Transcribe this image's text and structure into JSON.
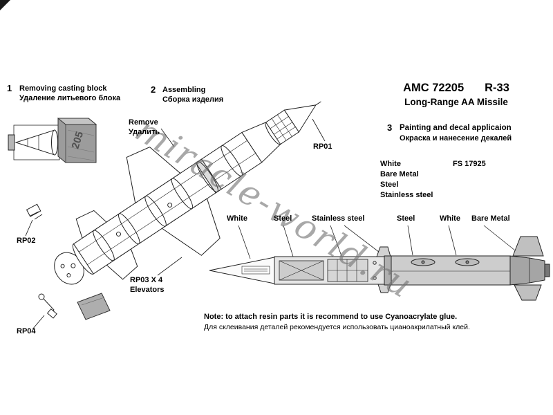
{
  "watermark": "miracle-world.ru",
  "header": {
    "kit_no": "AMC 72205",
    "model": "R-33",
    "subtitle": "Long-Range AA Missile"
  },
  "step1": {
    "num": "1",
    "en": "Removing casting block",
    "ru": "Удаление литьевого блока"
  },
  "step2": {
    "num": "2",
    "en": "Assembling",
    "ru": "Сборка изделия"
  },
  "remove_note": {
    "en": "Remove",
    "ru": "Удалить"
  },
  "step3": {
    "num": "3",
    "en": "Painting and decal applicaion",
    "ru": "Окраска и нанесение декалей"
  },
  "paint_colors": {
    "names": [
      "White",
      "Bare Metal",
      "Steel",
      "Stainless steel"
    ],
    "fs_code": "FS 17925"
  },
  "callouts": [
    "White",
    "Steel",
    "Stainless steel",
    "Steel",
    "White",
    "Bare Metal"
  ],
  "parts": {
    "rp01": "RP01",
    "rp02": "RP02",
    "rp03_line1": "RP03 X 4",
    "rp03_line2": "Elevators",
    "rp04": "RP04"
  },
  "casting_block_number": "205",
  "note": {
    "en": "Note: to attach resin parts it is recommend to use Cyanoacrylate glue.",
    "ru": "Для склеивания деталей рекомендуется использовать цианоакрилатный клей."
  }
}
